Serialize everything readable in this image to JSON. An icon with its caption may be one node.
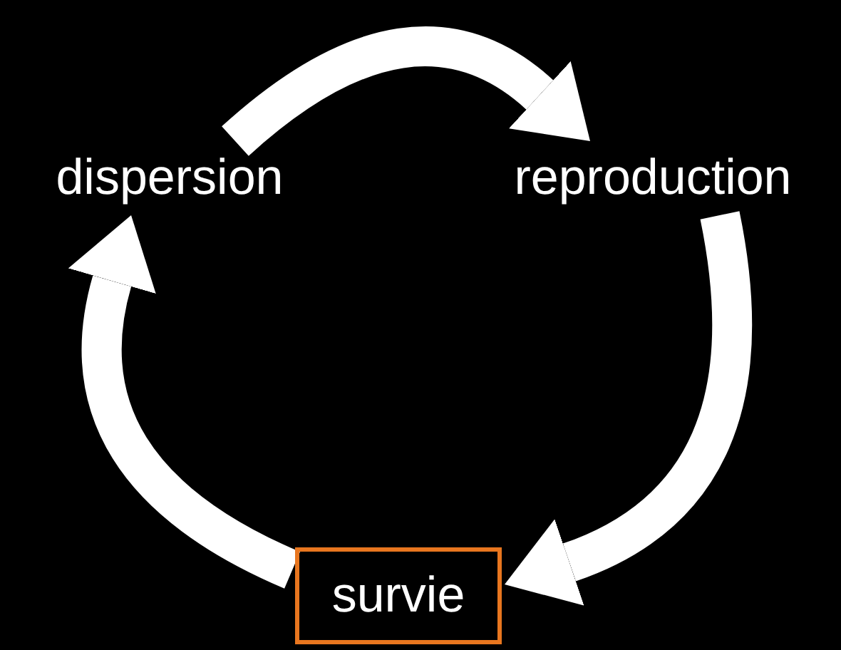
{
  "diagram": {
    "nodes": [
      {
        "text": [
          "dispersion"
        ]
      },
      {
        "text": [
          "reproduction"
        ]
      },
      {
        "text": [
          "survie"
        ]
      }
    ],
    "edges": [
      {
        "from": 0,
        "to": 1,
        "arrow": "to"
      },
      {
        "from": 1,
        "to": 2,
        "arrow": "to"
      },
      {
        "from": 2,
        "to": 0,
        "arrow": "to"
      }
    ]
  }
}
